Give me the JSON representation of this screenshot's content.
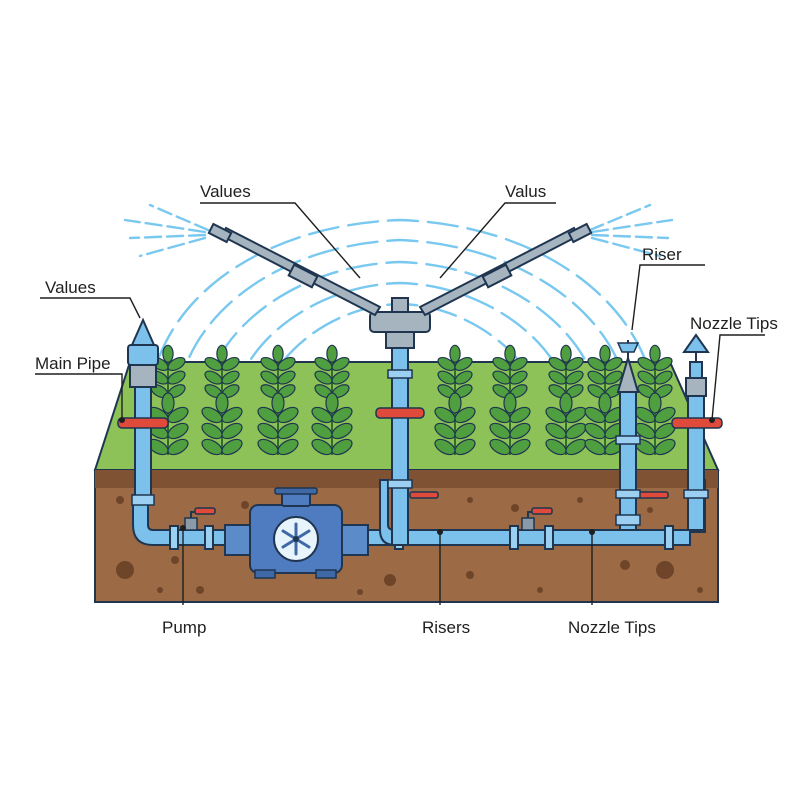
{
  "labels": {
    "values_top_left": "Values",
    "valus_top_right": "Valus",
    "riser_right": "Riser",
    "values_left": "Values",
    "main_pipe": "Main Pipe",
    "nozzle_tips_right": "Nozzle Tips",
    "pump": "Pump",
    "risers": "Risers",
    "nozzle_tips_bottom": "Nozzle Tips"
  },
  "colors": {
    "pipe": "#7cc0ec",
    "pipe_outline": "#1f3550",
    "spray": "#79c8f0",
    "soil": "#9c6a44",
    "soil_dark": "#7a4e30",
    "grass": "#7fb64e",
    "leaf": "#4f9e3f",
    "clamp": "#e04a3a",
    "pump": "#4f7cc0"
  }
}
